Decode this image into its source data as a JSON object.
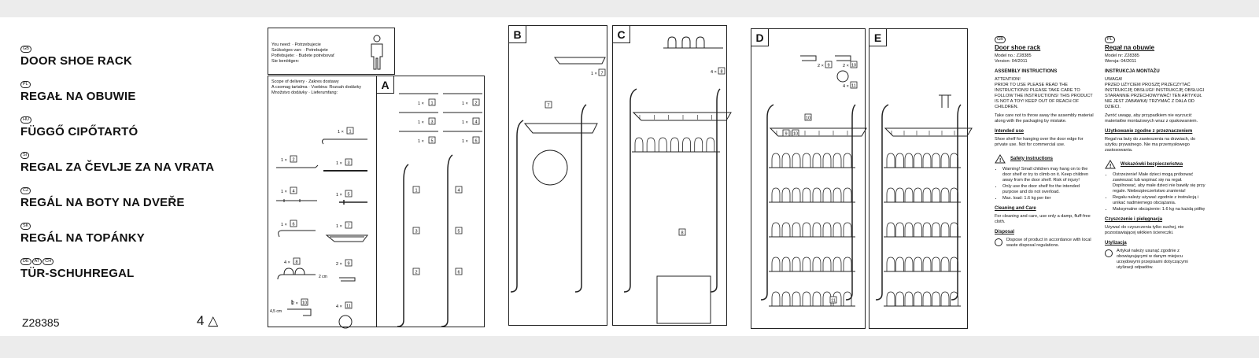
{
  "cover": {
    "languages": [
      {
        "codes": [
          "GB"
        ],
        "title": "DOOR SHOE RACK"
      },
      {
        "codes": [
          "PL"
        ],
        "title": "REGAŁ NA OBUWIE"
      },
      {
        "codes": [
          "HU"
        ],
        "title": "FÜGGŐ CIPŐTARTÓ"
      },
      {
        "codes": [
          "SI"
        ],
        "title": "REGAL ZA ČEVLJE ZA NA VRATA"
      },
      {
        "codes": [
          "CZ"
        ],
        "title": "REGÁL NA BOTY NA DVEŘE"
      },
      {
        "codes": [
          "SK"
        ],
        "title": "REGÁL NA TOPÁNKY"
      },
      {
        "codes": [
          "DE",
          "AT",
          "CH"
        ],
        "title": "TÜR-SCHUHREGAL"
      }
    ],
    "model": "Z28385",
    "page": "4"
  },
  "you_need": {
    "lines": [
      "You need: · Potrzebujecie",
      "Szükséges van: · Potrebujete",
      "Potřebujete: · Budete potrebovať",
      "Sie benötigen:"
    ]
  },
  "scope": {
    "lines": [
      "Scope of delivery · Zakres dostawy",
      "A csomag tartalma · Vsebina: Rozsah dodávky",
      "Množstvo dodávky · Lieferumfang:"
    ],
    "items": [
      {
        "qty": "1 ×",
        "num": "1"
      },
      {
        "qty": "1 ×",
        "num": "2"
      },
      {
        "qty": "1 ×",
        "num": "3"
      },
      {
        "qty": "1 ×",
        "num": "4"
      },
      {
        "qty": "1 ×",
        "num": "5"
      },
      {
        "qty": "1 ×",
        "num": "6"
      },
      {
        "qty": "1 ×",
        "num": "7"
      },
      {
        "qty": "4 ×",
        "num": "8"
      },
      {
        "qty": "2 ×",
        "num": "9"
      },
      {
        "qty": "2 ×",
        "num": "10"
      },
      {
        "qty": "4 ×",
        "num": "11"
      }
    ],
    "dim_2cm": "2 cm",
    "dim_45cm": "4,5 cm"
  },
  "steps": {
    "A": "A",
    "B": "B",
    "C": "C",
    "D": "D",
    "E": "E",
    "a_parts": [
      "1",
      "2",
      "3",
      "4",
      "5",
      "6"
    ],
    "a_qty": "1 ×",
    "b_qty": "1 ×",
    "b_num": "7",
    "c_qty": "4 ×",
    "c_num": "8",
    "d_qty1": "2 ×",
    "d_num1": "9",
    "d_qty2": "2 ×",
    "d_num2": "10",
    "d_qty3": "4 ×",
    "d_num3": "11",
    "rail_nums": [
      "1",
      "4",
      "3",
      "5",
      "2",
      "6"
    ],
    "d_labels": [
      "10",
      "9",
      "10",
      "11"
    ]
  },
  "gb": {
    "code": "GB",
    "title": "Door shoe rack",
    "model": "Model no.: Z28385",
    "version": "Version: 04/2011",
    "assembly": "ASSEMBLY INSTRUCTIONS",
    "attention": "ATTENTION!\nPRIOR TO USE PLEASE READ THE INSTRUCTIONS! PLEASE TAKE CARE TO FOLLOW THE INSTRUCTIONS! THIS PRODUCT IS NOT A TOY! KEEP OUT OF REACH OF CHILDREN.",
    "takecare": "Take care not to throw away the assembly material along with the packaging by mistake.",
    "intended_h": "Intended use",
    "intended": "Shoe shelf for hanging over the door edge for private use. Not for commercial use.",
    "safety_h": "Safety instructions",
    "safety": [
      "Warning! Small children may hang on to the door shelf or try to climb on it. Keep children away from the door shelf. Risk of injury!",
      "Only use the door shelf for the intended purpose and do not overload.",
      "Max. load: 1.6 kg per tier"
    ],
    "cleaning_h": "Cleaning and Care",
    "cleaning": "For cleaning and care, use only a damp, fluff-free cloth.",
    "disposal_h": "Disposal",
    "disposal": "Dispose of product in accordance with local waste disposal regulations."
  },
  "pl": {
    "code": "PL",
    "title": "Regał na obuwie",
    "model": "Model nr: Z28385",
    "version": "Wersja: 04/2011",
    "assembly": "INSTRUKCJA MONTAŻU",
    "attention": "UWAGA!\nPRZED UŻYCIEM PROSZĘ PRZECZYTAĆ INSTRUKCJĘ OBSŁUGI! INSTRUKCJĘ OBSŁUGI STARANNIE PRZECHOWYWAĆ! TEN ARTYKUŁ NIE JEST ZABAWKĄ! TRZYMAĆ Z DALA OD DZIECI.",
    "takecare": "Zwróć uwagę, aby przypadkiem nie wyrzucić materiałów montażowych wraz z opakowaniem.",
    "intended_h": "Użytkowanie zgodne z przeznaczeniem",
    "intended": "Regał na buty do zawieszenia na drzwiach, do użytku prywatnego. Nie ma przemysłowego zastosowania.",
    "safety_h": "Wskazówki bezpieczeństwa",
    "safety": [
      "Ostrzeżenie! Małe dzieci mogą próbować zawieszać lub wspinać się na regał. Dopilnować, aby małe dzieci nie bawiły się przy regale. Niebezpieczeństwo zranienia!",
      "Regału należy używać zgodnie z instrukcją i unikać nadmiernego obciążania.",
      "Maksymalne obciążenie: 1.6 kg na każdą półkę"
    ],
    "cleaning_h": "Czyszczenie i pielęgnacja",
    "cleaning": "Używać do czyszczenia tylko suchej, nie pozostawiającej włókien ściereczki.",
    "disposal_h": "Utylizacja",
    "disposal": "Artykuł należy usunąć zgodnie z obowiązującymi w danym miejscu urzędowymi przepisami dotyczącymi utylizacji odpadów."
  }
}
